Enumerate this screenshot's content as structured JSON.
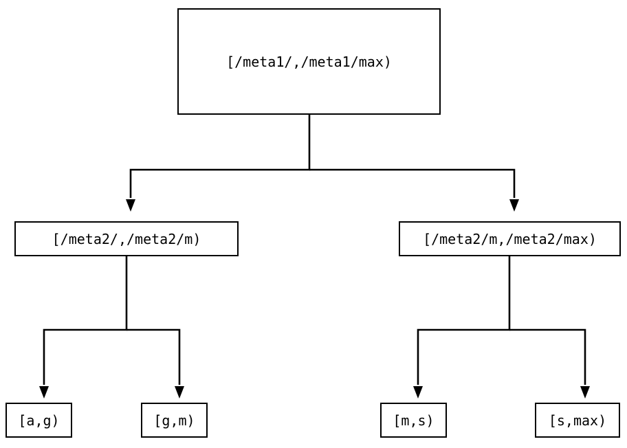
{
  "diagram": {
    "type": "tree",
    "title": "",
    "orientation": "top-down",
    "colors": {
      "stroke": "#000000",
      "fill": "#ffffff",
      "text": "#000000",
      "background": "#ffffff"
    },
    "nodes": {
      "root": {
        "label": "[/meta1/,/meta1/max)"
      },
      "mid_left": {
        "label": "[/meta2/,/meta2/m)"
      },
      "mid_right": {
        "label": "[/meta2/m,/meta2/max)"
      },
      "leaf_ag": {
        "label": "[a,g)"
      },
      "leaf_gm": {
        "label": "[g,m)"
      },
      "leaf_ms": {
        "label": "[m,s)"
      },
      "leaf_smax": {
        "label": "[s,max)"
      }
    },
    "edges": [
      {
        "from": "root",
        "to": "mid_left",
        "arrow": "triangle-down"
      },
      {
        "from": "root",
        "to": "mid_right",
        "arrow": "triangle-down"
      },
      {
        "from": "mid_left",
        "to": "leaf_ag",
        "arrow": "triangle-down"
      },
      {
        "from": "mid_left",
        "to": "leaf_gm",
        "arrow": "triangle-down"
      },
      {
        "from": "mid_right",
        "to": "leaf_ms",
        "arrow": "triangle-down"
      },
      {
        "from": "mid_right",
        "to": "leaf_smax",
        "arrow": "triangle-down"
      }
    ]
  }
}
